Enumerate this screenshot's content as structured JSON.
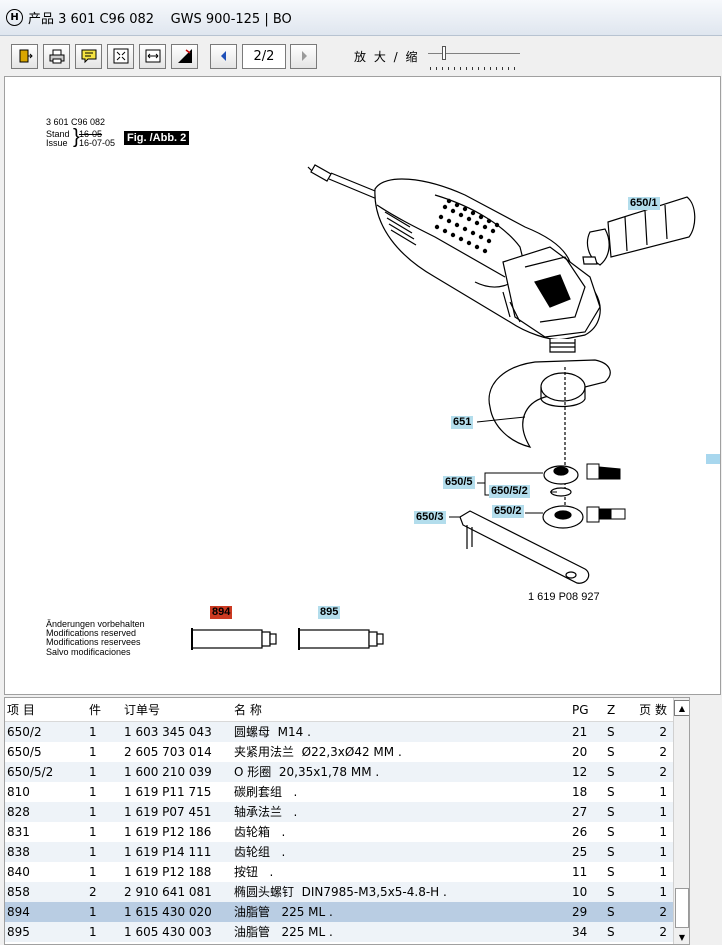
{
  "title": {
    "logo": "H",
    "text": "产品 3 601 C96 082    GWS 900-125 | BO"
  },
  "toolbar": {
    "page": "2/2",
    "zoom_label": "放 大 / 缩"
  },
  "drawing": {
    "product_no": "3 601 C96 082",
    "stand_label": "Stand",
    "stand_value": "16-05",
    "issue_label": "Issue",
    "issue_value": "16-07-05",
    "fig_label": "Fig. /Abb. 2",
    "callouts": {
      "c650_1": "650/1",
      "c651": "651",
      "c650_5": "650/5",
      "c650_5_2": "650/5/2",
      "c650_2": "650/2",
      "c650_3": "650/3",
      "c894": "894",
      "c895": "895"
    },
    "part_ref": "1 619 P08 927",
    "notice": [
      "Änderungen vorbehalten",
      "Modifications reserved",
      "Modifications reservees",
      "Salvo modificaciones"
    ]
  },
  "table": {
    "headers": [
      "项 目",
      "件",
      "订单号",
      "名 称",
      "PG",
      "Z",
      "页 数"
    ],
    "rows": [
      [
        "650/2",
        "1",
        "1 603 345 043",
        "圆螺母  M14 .",
        "21",
        "S",
        "2"
      ],
      [
        "650/5",
        "1",
        "2 605 703 014",
        "夹紧用法兰  Ø22,3xØ42 MM .",
        "20",
        "S",
        "2"
      ],
      [
        "650/5/2",
        "1",
        "1 600 210 039",
        "O 形圈  20,35x1,78 MM .",
        "12",
        "S",
        "2"
      ],
      [
        "810",
        "1",
        "1 619 P11 715",
        "碳刷套组   .",
        "18",
        "S",
        "1"
      ],
      [
        "828",
        "1",
        "1 619 P07 451",
        "轴承法兰   .",
        "27",
        "S",
        "1"
      ],
      [
        "831",
        "1",
        "1 619 P12 186",
        "齿轮箱   .",
        "26",
        "S",
        "1"
      ],
      [
        "838",
        "1",
        "1 619 P14 111",
        "齿轮组   .",
        "25",
        "S",
        "1"
      ],
      [
        "840",
        "1",
        "1 619 P12 188",
        "按钮   .",
        "11",
        "S",
        "1"
      ],
      [
        "858",
        "2",
        "2 910 641 081",
        "椭圆头螺钉  DIN7985-M3,5x5-4.8-H .",
        "10",
        "S",
        "1"
      ],
      [
        "894",
        "1",
        "1 615 430 020",
        "油脂管   225 ML .",
        "29",
        "S",
        "2"
      ],
      [
        "895",
        "1",
        "1 605 430 003",
        "油脂管   225 ML .",
        "34",
        "S",
        "2"
      ]
    ],
    "selected_index": 9
  }
}
